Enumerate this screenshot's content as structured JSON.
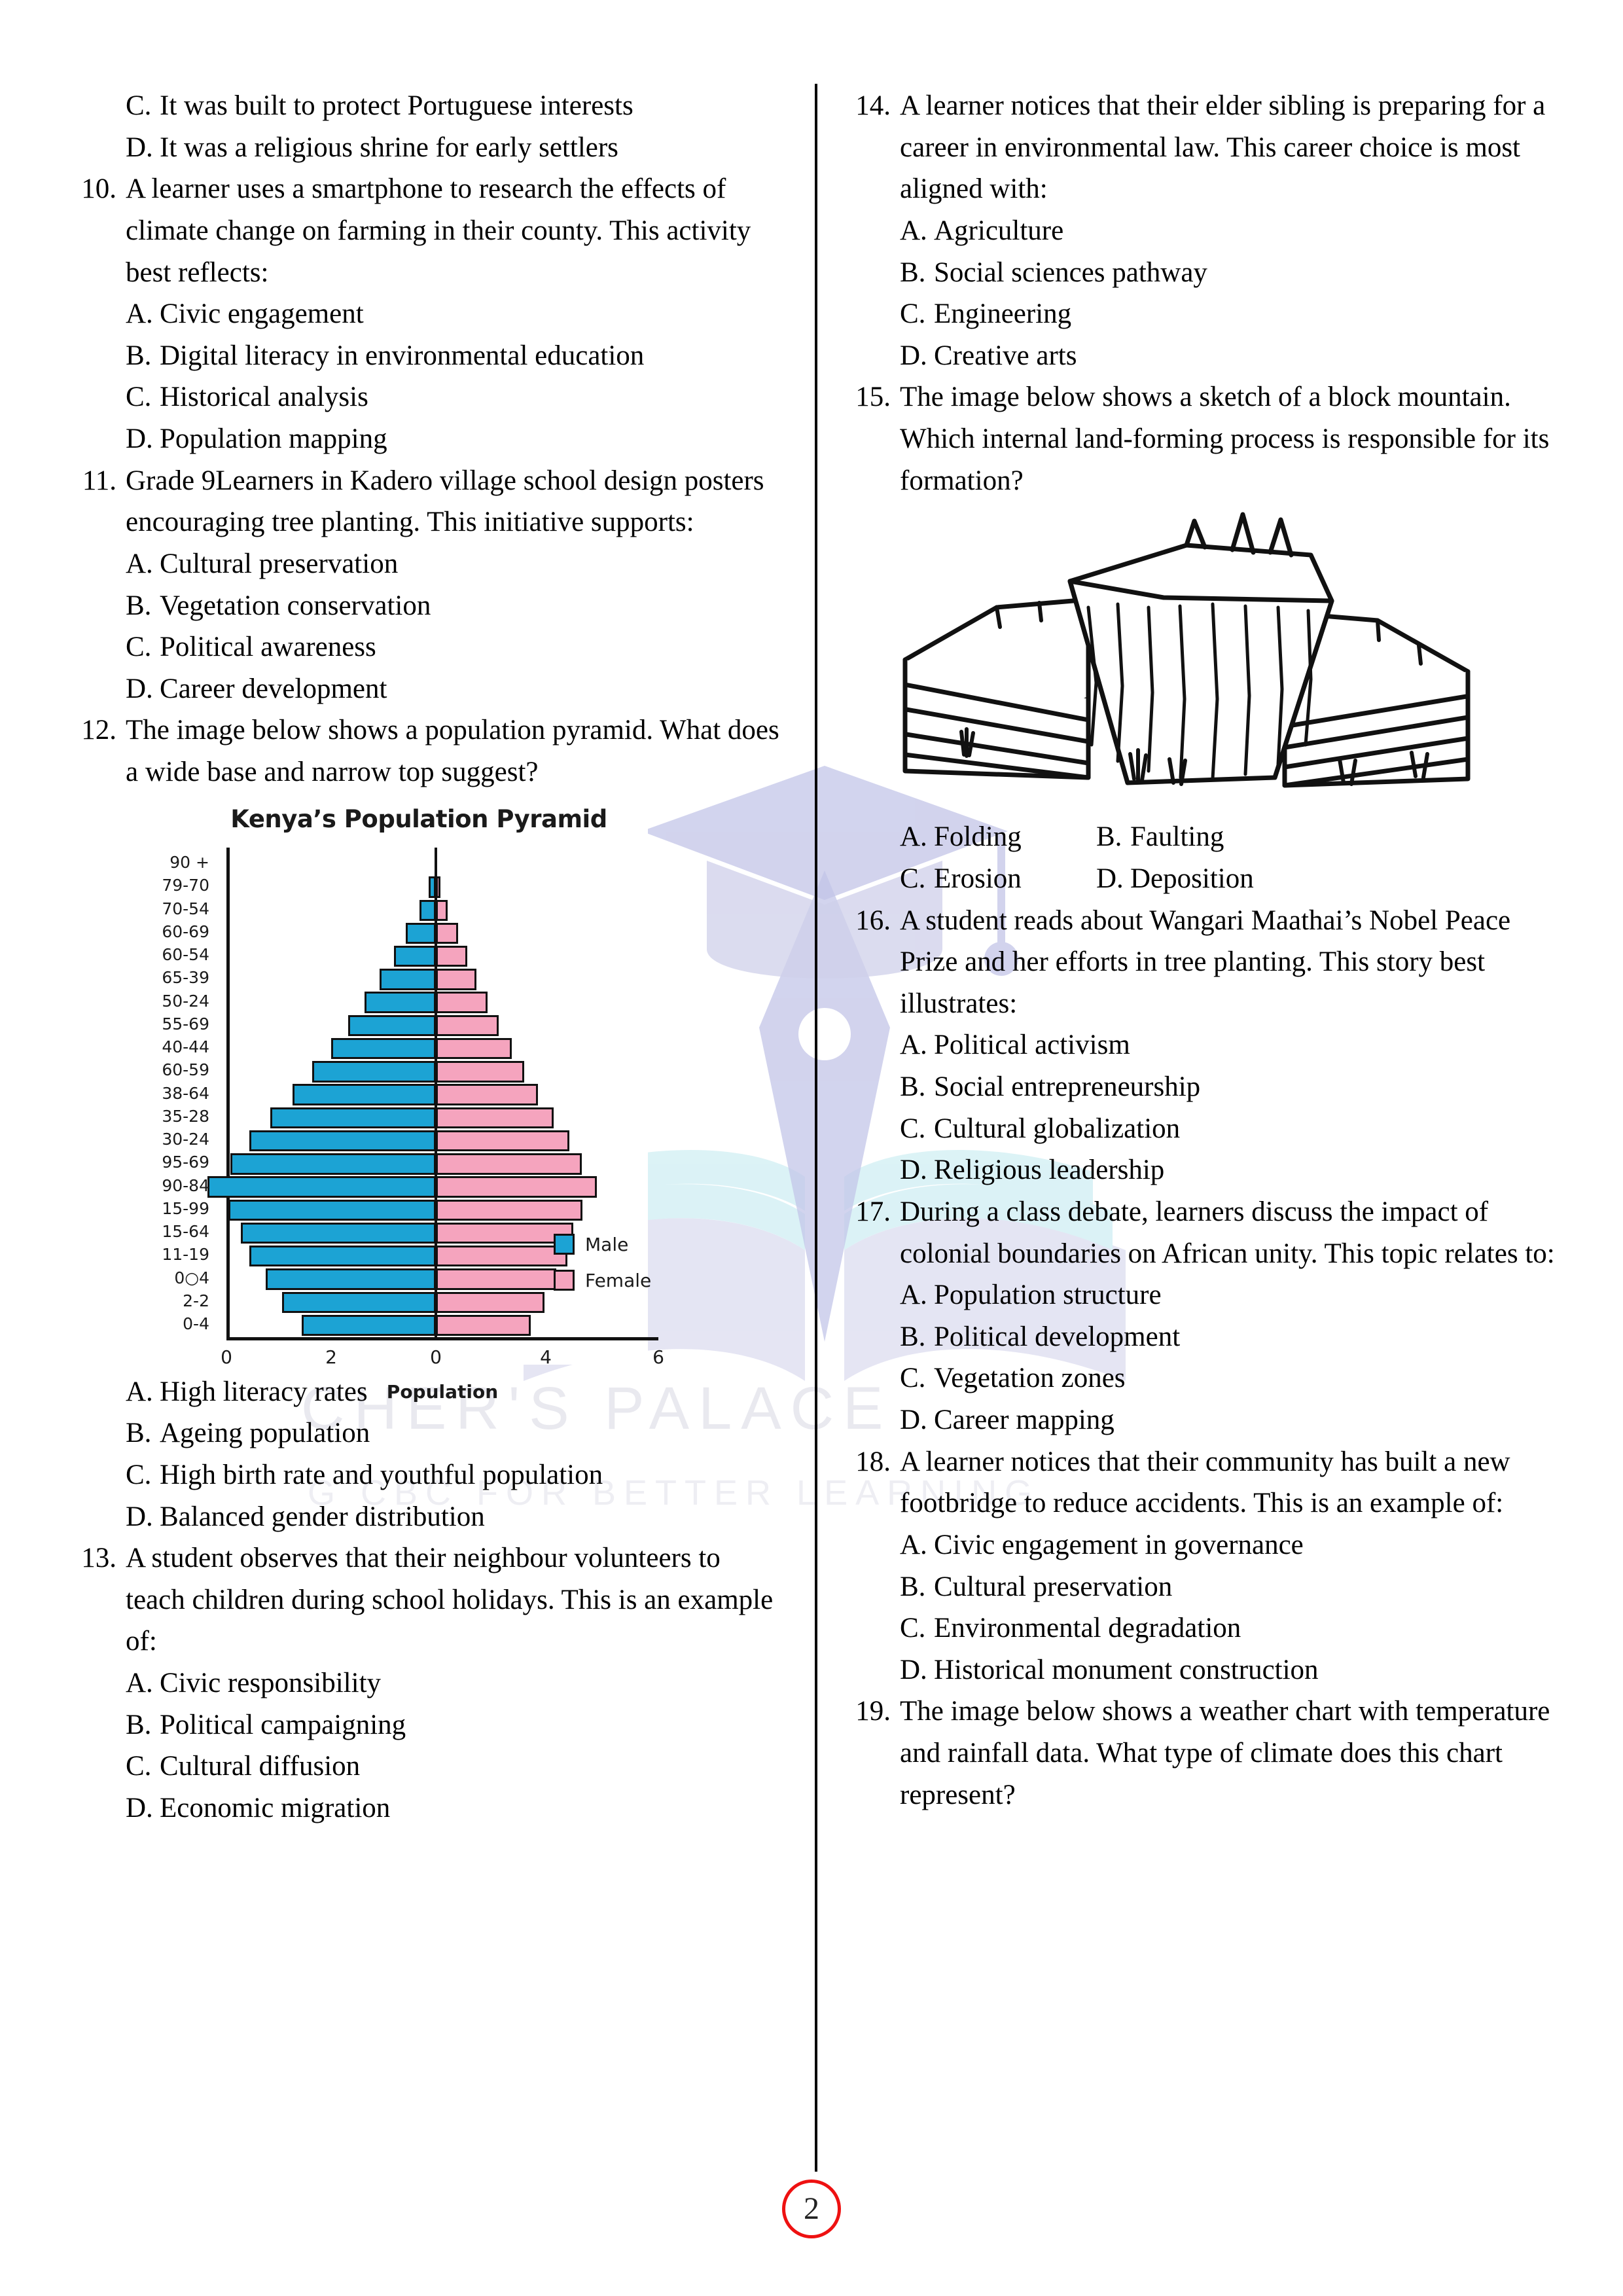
{
  "document": {
    "page_number": "2",
    "watermark": {
      "line1": "CHER'S PALACE",
      "line2": "G CBC FOR BETTER LEARNING"
    }
  },
  "left_column": {
    "top_continuation_options": [
      {
        "letter": "C.",
        "text": "It was built to protect Portuguese interests"
      },
      {
        "letter": "D.",
        "text": "It was a religious shrine for early settlers"
      }
    ],
    "questions": [
      {
        "number": "10.",
        "stem": "A learner uses a smartphone to research the effects of climate change on farming in their county. This activity best reflects:",
        "options": [
          {
            "letter": "A.",
            "text": "Civic engagement"
          },
          {
            "letter": "B.",
            "text": "Digital literacy in environmental education"
          },
          {
            "letter": "C.",
            "text": "Historical analysis"
          },
          {
            "letter": "D.",
            "text": "Population mapping"
          }
        ]
      },
      {
        "number": "11.",
        "stem": "Grade 9Learners in Kadero village school design posters encouraging tree planting. This initiative supports:",
        "options": [
          {
            "letter": "A.",
            "text": "Cultural preservation"
          },
          {
            "letter": "B.",
            "text": "Vegetation conservation"
          },
          {
            "letter": "C.",
            "text": "Political awareness"
          },
          {
            "letter": "D.",
            "text": "Career development"
          }
        ]
      },
      {
        "number": "12.",
        "stem": "The image below shows a population pyramid. What does a wide base and narrow top suggest?",
        "options": [
          {
            "letter": "A.",
            "text": "High literacy rates"
          },
          {
            "letter": "B.",
            "text": "Ageing population"
          },
          {
            "letter": "C.",
            "text": "High birth rate and youthful population"
          },
          {
            "letter": "D.",
            "text": "Balanced gender distribution"
          }
        ]
      },
      {
        "number": "13.",
        "stem": "A student observes that their neighbour volunteers to teach children during school holidays. This is an example of:",
        "options": [
          {
            "letter": "A.",
            "text": "Civic responsibility"
          },
          {
            "letter": "B.",
            "text": "Political campaigning"
          },
          {
            "letter": "C.",
            "text": "Cultural diffusion"
          },
          {
            "letter": "D.",
            "text": "Economic migration"
          }
        ]
      }
    ]
  },
  "right_column": {
    "questions": [
      {
        "number": "14.",
        "stem": "A learner notices that their elder sibling is preparing for a career in environmental law. This career choice is most aligned with:",
        "options": [
          {
            "letter": "A.",
            "text": "Agriculture"
          },
          {
            "letter": "B.",
            "text": "Social sciences pathway"
          },
          {
            "letter": "C.",
            "text": "Engineering"
          },
          {
            "letter": "D.",
            "text": "Creative arts"
          }
        ]
      },
      {
        "number": "15.",
        "stem": "The image below shows a sketch of a block mountain. Which internal land-forming process is responsible for its formation?",
        "options_grid": [
          [
            {
              "letter": "A.",
              "text": "Folding"
            },
            {
              "letter": "B.",
              "text": "Faulting"
            }
          ],
          [
            {
              "letter": "C.",
              "text": "Erosion"
            },
            {
              "letter": "D.",
              "text": "Deposition"
            }
          ]
        ]
      },
      {
        "number": "16.",
        "stem": "A student reads about Wangari Maathai’s Nobel Peace Prize and her efforts in tree planting. This story best illustrates:",
        "options": [
          {
            "letter": "A.",
            "text": "Political activism"
          },
          {
            "letter": "B.",
            "text": "Social entrepreneurship"
          },
          {
            "letter": "C.",
            "text": "Cultural globalization"
          },
          {
            "letter": "D.",
            "text": "Religious leadership"
          }
        ]
      },
      {
        "number": "17.",
        "stem": "During a class debate, learners discuss the impact of colonial boundaries on African unity. This topic relates to:",
        "options": [
          {
            "letter": "A.",
            "text": "Population structure"
          },
          {
            "letter": "B.",
            "text": "Political development"
          },
          {
            "letter": "C.",
            "text": "Vegetation zones"
          },
          {
            "letter": "D.",
            "text": "Career mapping"
          }
        ]
      },
      {
        "number": "18.",
        "stem": "A learner notices that their community has built a new footbridge to reduce accidents. This is an example of:",
        "options": [
          {
            "letter": "A.",
            "text": "Civic engagement in governance"
          },
          {
            "letter": "B.",
            "text": "Cultural preservation"
          },
          {
            "letter": "C.",
            "text": "Environmental degradation"
          },
          {
            "letter": "D.",
            "text": "Historical monument construction"
          }
        ]
      },
      {
        "number": "19.",
        "stem": "The image below shows a weather chart with temperature and rainfall data. What type of climate does this chart represent?",
        "options": []
      }
    ]
  },
  "chart_data": {
    "type": "bar",
    "title": "Kenya’s Population Pyramid",
    "subtype": "population-pyramid",
    "xlabel": "Population",
    "ylabel": "",
    "grid": false,
    "legend_position": "right-bottom",
    "xtick_labels": [
      "0",
      "2",
      "0",
      "4",
      "6"
    ],
    "categories": [
      "90 +",
      "79-70",
      "70-54",
      "60-69",
      "60-54",
      "65-39",
      "50-24",
      "55-69",
      "40-44",
      "60-59",
      "38-64",
      "35-28",
      "30-24",
      "95-69",
      "90-84",
      "15-99",
      "15-64",
      "11-19",
      "0○4",
      "2-2",
      "0-4"
    ],
    "series": [
      {
        "name": "Male",
        "color": "#1CA3D4",
        "values": [
          0.0,
          0.12,
          0.28,
          0.52,
          0.72,
          0.96,
          1.22,
          1.5,
          1.8,
          2.12,
          2.46,
          2.84,
          3.2,
          3.52,
          3.92,
          3.56,
          3.34,
          3.2,
          2.92,
          2.64,
          2.3
        ]
      },
      {
        "name": "Female",
        "color": "#F5A4BE",
        "values": [
          0.0,
          0.12,
          0.3,
          0.56,
          0.78,
          1.02,
          1.3,
          1.58,
          1.9,
          2.22,
          2.56,
          2.96,
          3.34,
          3.66,
          4.04,
          3.68,
          3.44,
          3.3,
          3.02,
          2.72,
          2.38
        ]
      }
    ]
  },
  "figures": {
    "population_pyramid_caption": "Kenya’s Population Pyramid",
    "block_mountain_caption": "block-mountain-sketch"
  }
}
